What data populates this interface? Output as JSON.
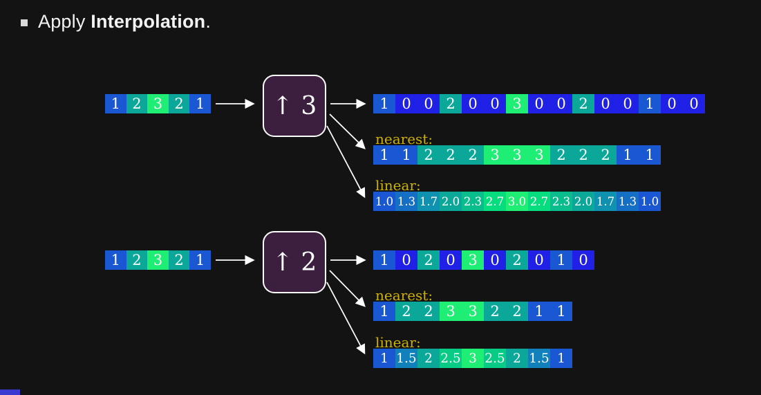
{
  "title": {
    "regular": "Apply ",
    "bold": "Interpolation",
    "period": "."
  },
  "colors": {
    "background": "#131313",
    "box_fill": "#3c1f3e",
    "box_border": "#ffffff",
    "method_label_yellow": "#cdb100",
    "cell_text": "#ffffff",
    "arrow": "#ffffff",
    "bullet": "#d9d9d9",
    "progress_bar": "#3a3ad1"
  },
  "value_colors": {
    "0": "#2020e6",
    "1": "#1a57d2",
    "1.3": "#156fc4",
    "1.5": "#1280ba",
    "1.7": "#0f91b0",
    "2": "#0ba89a",
    "2.3": "#09bd8d",
    "2.5": "#08cc86",
    "2.7": "#06dd7e",
    "3": "#1fee74"
  },
  "examples": [
    {
      "factor_label": "↑ 3",
      "input": [
        "1",
        "2",
        "3",
        "2",
        "1"
      ],
      "zero_stuffed": [
        "1",
        "0",
        "0",
        "2",
        "0",
        "0",
        "3",
        "0",
        "0",
        "2",
        "0",
        "0",
        "1",
        "0",
        "0"
      ],
      "nearest_label": "nearest:",
      "nearest": [
        "1",
        "1",
        "2",
        "2",
        "2",
        "3",
        "3",
        "3",
        "2",
        "2",
        "2",
        "1",
        "1"
      ],
      "linear_label": "linear:",
      "linear": [
        "1.0",
        "1.3",
        "1.7",
        "2.0",
        "2.3",
        "2.7",
        "3.0",
        "2.7",
        "2.3",
        "2.0",
        "1.7",
        "1.3",
        "1.0"
      ]
    },
    {
      "factor_label": "↑ 2",
      "input": [
        "1",
        "2",
        "3",
        "2",
        "1"
      ],
      "zero_stuffed": [
        "1",
        "0",
        "2",
        "0",
        "3",
        "0",
        "2",
        "0",
        "1",
        "0"
      ],
      "nearest_label": "nearest:",
      "nearest": [
        "1",
        "2",
        "2",
        "3",
        "3",
        "2",
        "2",
        "1",
        "1"
      ],
      "linear_label": "linear:",
      "linear": [
        "1",
        "1.5",
        "2",
        "2.5",
        "3",
        "2.5",
        "2",
        "1.5",
        "1"
      ]
    }
  ]
}
